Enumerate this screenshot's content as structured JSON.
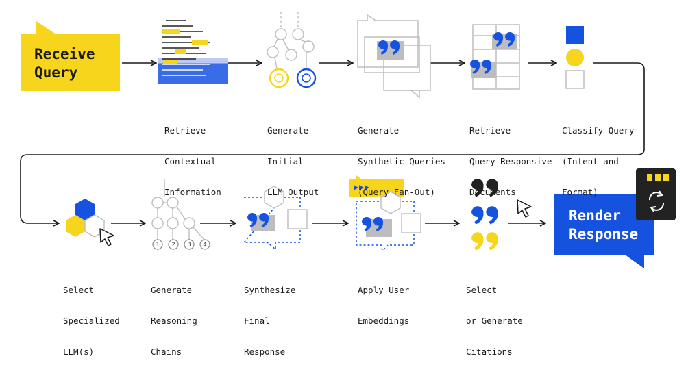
{
  "colors": {
    "yellow": "#f7d51d",
    "blue": "#1652e0",
    "gray": "#bdbdbd",
    "dark": "#222222"
  },
  "start": {
    "line1": "Receive",
    "line2": "Query"
  },
  "end": {
    "line1": "Render",
    "line2": "Response"
  },
  "steps_row1": [
    {
      "lines": [
        "Retrieve",
        "Contextual",
        "Information"
      ]
    },
    {
      "lines": [
        "Generate",
        "Initial",
        "LLM Output"
      ]
    },
    {
      "lines": [
        "Generate",
        "Synthetic Queries",
        "(Query Fan-Out)"
      ]
    },
    {
      "lines": [
        "Retrieve",
        "Query-Responsive",
        "Documents"
      ]
    },
    {
      "lines": [
        "Classify Query",
        "(Intent and",
        "Format)"
      ]
    }
  ],
  "steps_row2": [
    {
      "lines": [
        "Select",
        "Specialized",
        "LLM(s)"
      ]
    },
    {
      "lines": [
        "Generate",
        "Reasoning",
        "Chains"
      ]
    },
    {
      "lines": [
        "Synthesize",
        "Final",
        "Response"
      ]
    },
    {
      "lines": [
        "Apply User",
        "Embeddings"
      ]
    },
    {
      "lines": [
        "Select",
        "or Generate",
        "Citations"
      ]
    }
  ],
  "reasoning_nodes": [
    "1",
    "2",
    "3",
    "4"
  ],
  "icons": {
    "doc_lines": "document-lines-icon",
    "llm_graph": "llm-graph-icon",
    "query_fanout": "query-fanout-icon",
    "doc_grid": "document-grid-icon",
    "shapes": "shape-classify-icon",
    "hexes": "hexagon-cluster-icon",
    "tree": "reasoning-tree-icon",
    "synth": "synthesize-icon",
    "embed": "embeddings-icon",
    "quotes": "citation-quotes-icon",
    "refresh": "refresh-icon",
    "cursor": "cursor-icon"
  }
}
